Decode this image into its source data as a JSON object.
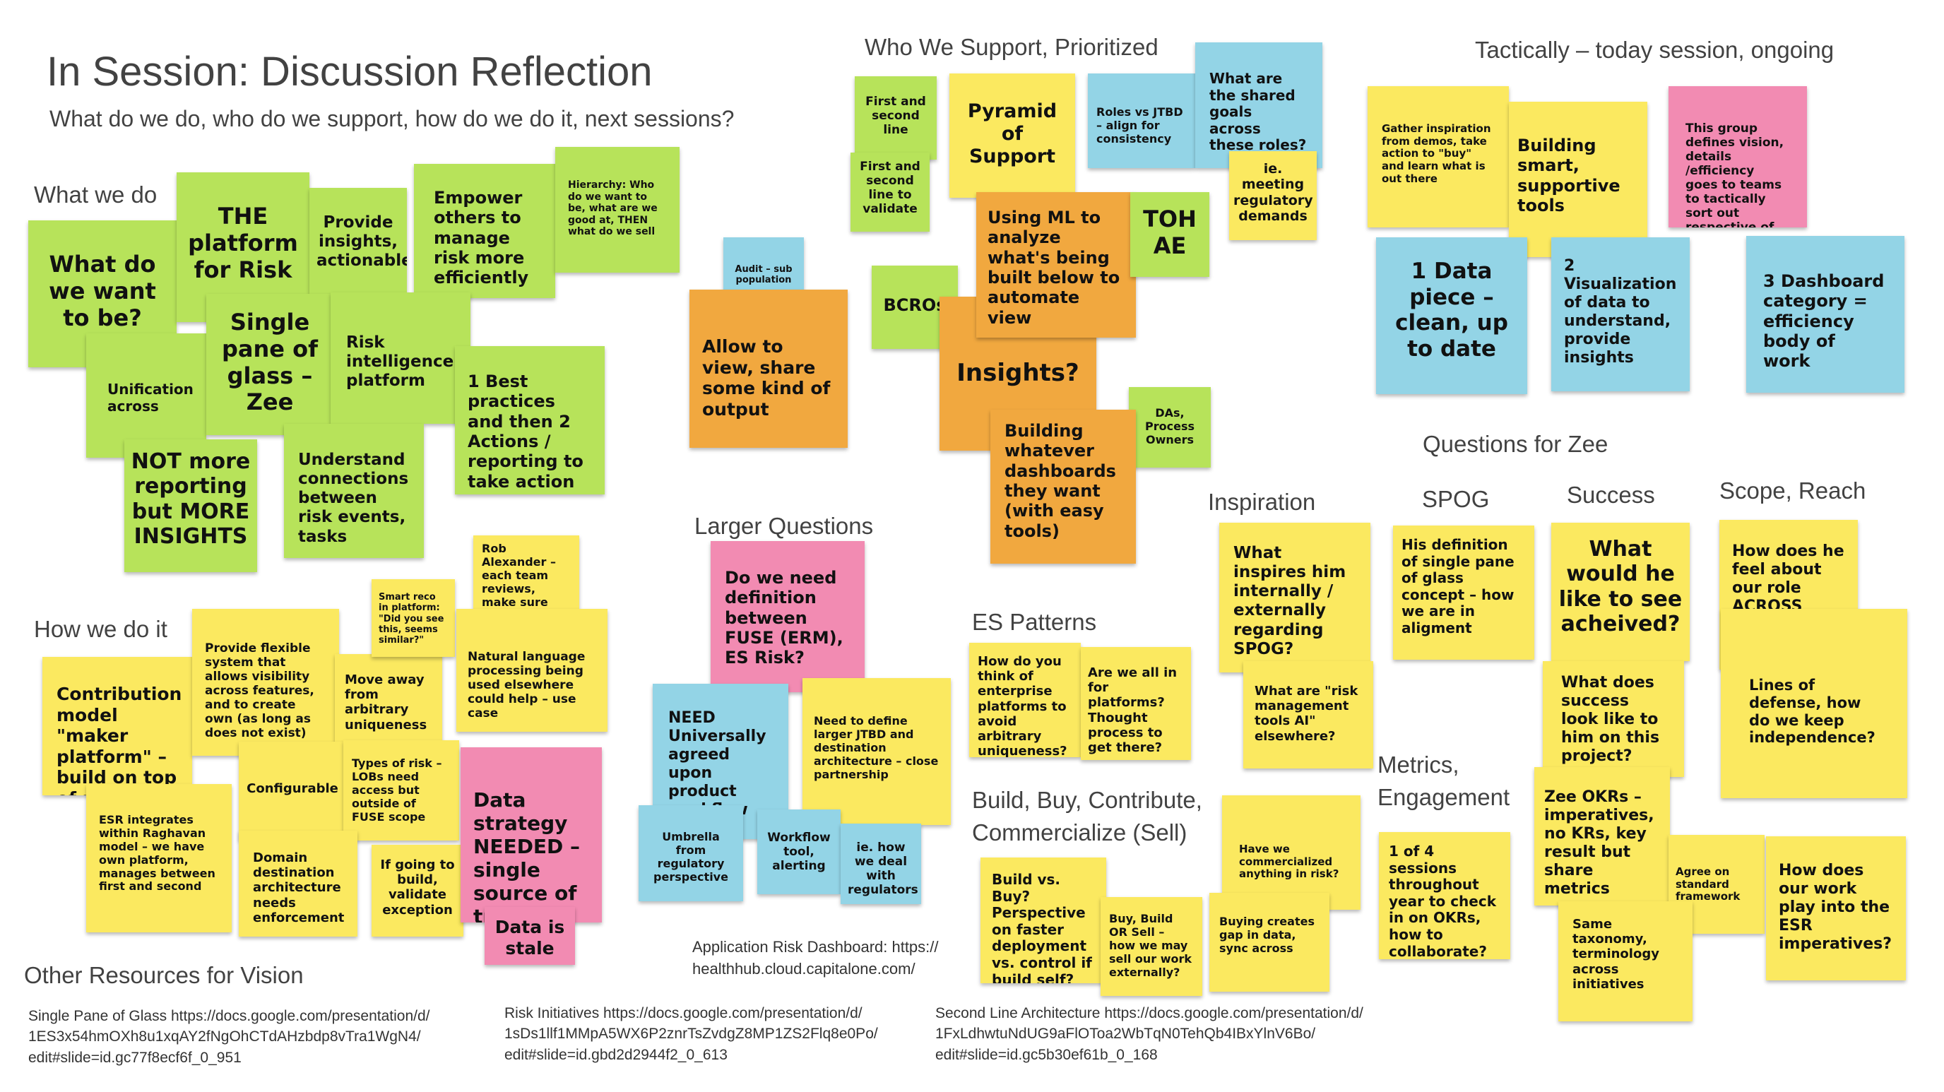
{
  "title": "In Session: Discussion Reflection",
  "subtitle": "What do we do, who do we support, how do we do it, next sessions?",
  "headings": {
    "what_we_do": "What we do",
    "how_we_do_it": "How we do it",
    "other_resources": "Other Resources for Vision",
    "who_we_support": "Who We Support, Prioritized",
    "larger_questions": "Larger Questions",
    "tactically": "Tactically – today session, ongoing",
    "questions_for_zee": "Questions for Zee",
    "inspiration": "Inspiration",
    "spog": "SPOG",
    "success": "Success",
    "scope_reach": "Scope, Reach",
    "es_patterns": "ES Patterns",
    "build_buy": "Build, Buy, Contribute,\nCommercialize (Sell)",
    "metrics": "Metrics,\nEngagement",
    "app_risk_dashboard": "Application Risk Dashboard: https://\nhealthhub.cloud.capitalone.com/"
  },
  "links": {
    "single_pane": "Single Pane of Glass https://docs.google.com/presentation/d/\n1ES3x54hmOXh8u1xqAY2fNgOhCTdAHzbdp8vTra1WgN4/\nedit#slide=id.gc77f8ecf6f_0_951",
    "risk_initiatives": "Risk Initiatives https://docs.google.com/presentation/d/\n1sDs1llf1MMpA5WX6P2znrTsZvdgZ8MP1ZS2Flq8e0Po/\nedit#slide=id.gbd2d2944f2_0_613",
    "second_line": "Second Line Architecture https://docs.google.com/presentation/d/\n1FxLdhwtuNdUG9aFlOToa2WbTqN0TehQb4IBxYlnV6Bo/\nedit#slide=id.gc5b30ef61b_0_168"
  },
  "notes": {
    "what_to_be": "What do we want to be?",
    "the_platform": "THE platform for Risk",
    "provide_insights": "Provide insights, actionable",
    "empower": "Empower others to manage risk more efficiently",
    "hierarchy": "Hierarchy: Who do we want to be, what are we good at, THEN what do we sell",
    "unification": "Unification across",
    "single_pane": "Single pane of glass – Zee",
    "risk_intel": "Risk intelligence platform",
    "best_practices": "1 Best practices and then 2 Actions / reporting to take action",
    "not_more_reporting": "NOT more reporting but MORE INSIGHTS",
    "understand_connections": "Understand connections between risk events, tasks",
    "contribution_model": "Contribution model \"maker platform\" – build on top of us",
    "flexible_system": "Provide flexible system that allows visibility across features, and to create own (as long as does not exist)",
    "move_away": "Move away from arbitrary uniqueness",
    "smart_reco": "Smart reco in platform: \"Did you see this, seems similar?\"",
    "rob_alexander": "Rob Alexander – each team reviews, make sure common platform, build on this",
    "natural_language": "Natural language processing being used elsewhere could help – use case",
    "configurable": "Configurable",
    "types_of_risk": "Types of risk – LOBs need access but outside of FUSE scope",
    "esr_integrates": "ESR integrates within Raghavan model – we have own platform, manages between first and second",
    "domain_destination": "Domain destination architecture needs enforcement",
    "if_going": "If going to build, validate exception",
    "data_strategy": "Data strategy NEEDED – single source of truth",
    "data_stale": "Data is stale",
    "first_second_line": "First and second line",
    "first_second_validate": "First and second line to validate",
    "pyramid": "Pyramid of Support",
    "roles_jtbd": "Roles vs JTBD – align for consistency",
    "shared_goals": "What are the shared goals across these roles?",
    "ie_meeting": "ie. meeting regulatory demands",
    "using_ml": "Using ML to analyze what's being built below to automate view",
    "toh_ae": "TOH AE",
    "bcros": "BCROs",
    "insights": "Insights?",
    "das": "DAs, Process Owners",
    "building_dashboards": "Building whatever dashboards they want (with easy tools)",
    "audit": "Audit – sub population",
    "allow_view": "Allow to view, share some kind of output",
    "fuse_erm": "Do we need definition between FUSE (ERM), ES Risk?",
    "need_agreed": "NEED Universally agreed upon product workflow",
    "larger_jtbd": "Need to define larger JTBD and destination architecture – close partnership",
    "umbrella": "Umbrella from regulatory perspective",
    "workflow_tool": "Workflow tool, alerting",
    "ie_regulators": "ie. how we deal with regulators",
    "gather_inspiration": "Gather inspiration from demos, take action to \"buy\" and learn what is out there",
    "building_smart": "Building smart, supportive tools",
    "group_defines": "This group defines vision, details /efficiency goes to teams to tactically sort out respective of context",
    "one_data": "1 Data piece – clean, up to date",
    "two_viz": "2 Visualization of data to understand, provide insights",
    "three_dash": "3 Dashboard category = efficiency body of work",
    "what_inspires": "What inspires him internally / externally regarding SPOG?",
    "risk_tools_ai": "What are \"risk management tools AI\" elsewhere?",
    "his_definition": "His definition of single pane of glass concept – how we are in aligment",
    "what_see": "What would he like to see acheived?",
    "success_look": "What does success look like to him on this project?",
    "feel_role": "How does he feel about our role ACROSS enterprise – permission?",
    "lines_defense": "Lines of defense, how do we keep independence?",
    "think_enterprise": "How do you think of enterprise platforms to avoid arbitrary uniqueness?",
    "all_in": "Are we all in for platforms? Thought process to get there?",
    "build_vs_buy": "Build vs. Buy? Perspective on faster deployment vs. control if build self?",
    "buy_build_sell": "Buy, Build OR Sell – how we may sell our work externally?",
    "commercialized": "Have we commercialized anything in risk?",
    "buying_gap": "Buying creates gap in data, sync across",
    "one_of_four": "1 of 4 sessions throughout year to check in on OKRs, how to collaborate?",
    "zee_okrs": "Zee OKRs – imperatives, no KRs, key result but share metrics",
    "agree_standard": "Agree on standard framework",
    "same_taxonomy": "Same taxonomy, terminology across initiatives",
    "work_play": "How does our work play into the ESR imperatives?"
  }
}
